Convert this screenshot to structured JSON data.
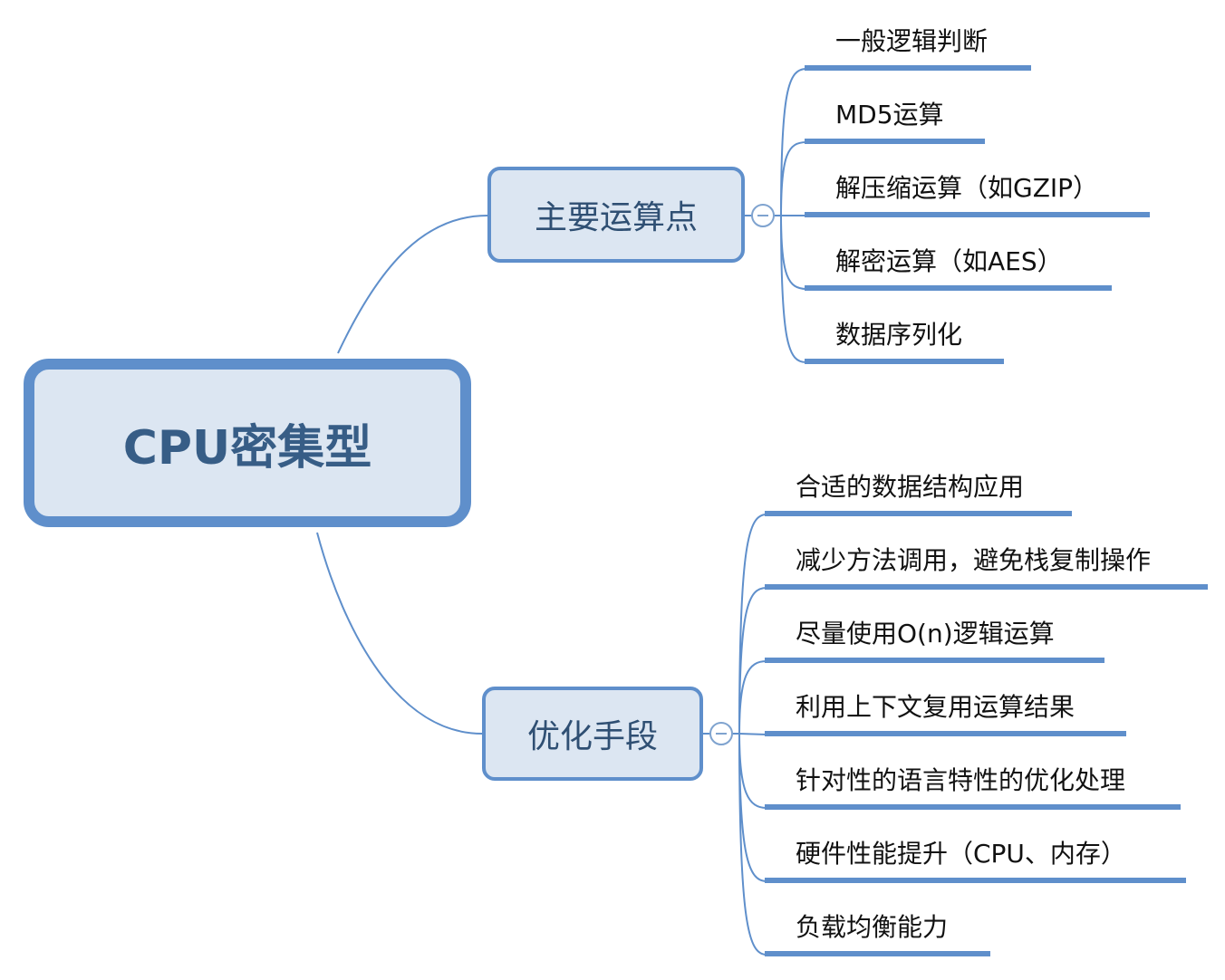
{
  "root": {
    "label": "CPU密集型"
  },
  "branches": [
    {
      "label": "主要运算点",
      "leaves": [
        "一般逻辑判断",
        "MD5运算",
        "解压缩运算（如GZIP）",
        "解密运算（如AES）",
        "数据序列化"
      ]
    },
    {
      "label": "优化手段",
      "leaves": [
        "合适的数据结构应用",
        "减少方法调用，避免栈复制操作",
        "尽量使用O(n)逻辑运算",
        "利用上下文复用运算结果",
        "针对性的语言特性的优化处理",
        "硬件性能提升（CPU、内存）",
        "负载均衡能力"
      ]
    }
  ],
  "colors": {
    "node_fill": "#dce6f2",
    "node_border": "#5f8fcb",
    "edge": "#5f8fcb",
    "text": "#2f4f73"
  }
}
